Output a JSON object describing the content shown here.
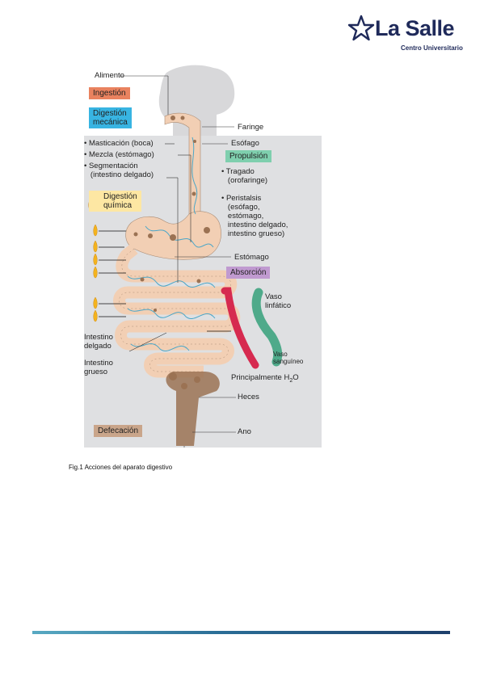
{
  "header": {
    "logo_name": "La Salle",
    "logo_subtitle": "Centro Universitario"
  },
  "figure": {
    "labels": {
      "alimento": "Alimento",
      "faringe": "Faringe",
      "esofago": "Esófago",
      "estomago": "Estómago",
      "vaso_linfatico": "Vaso\nlinfático",
      "vaso_sanguineo": "Vaso\nsanguíneo",
      "intestino_delgado": "Intestino\ndelgado",
      "intestino_grueso": "Intestino\ngrueso",
      "principalmente": "Principalmente H",
      "h2o_sub": "2",
      "h2o_o": "O",
      "heces": "Heces",
      "ano": "Ano"
    },
    "boxes": {
      "ingestion": "Ingestión",
      "digestion_mecanica": "Digestión\nmecánica",
      "propulsion": "Propulsión",
      "digestion_quimica": "Digestión\nquímica",
      "absorcion": "Absorción",
      "defecacion": "Defecación"
    },
    "lists": {
      "mecanica_items": [
        "• Masticación (boca)",
        "• Mezcla (estómago)",
        "• Segmentación\n   (intestino delgado)"
      ],
      "propulsion_items": [
        "• Tragado\n   (orofaringe)",
        "• Peristalsis\n   (esófago,\n   estómago,\n   intestino delgado,\n   intestino grueso)"
      ]
    },
    "colors": {
      "ingestion": "#e9825f",
      "digestion_mecanica": "#38b4e2",
      "propulsion": "#7fcfae",
      "digestion_quimica": "#fde7a3",
      "absorcion": "#c09ad0",
      "defecacion": "#c9a58a",
      "tract": "#f2cfb4",
      "blood_vessel": "#d62a4f",
      "lymph_vessel": "#4faa8a",
      "muscle_fibers": "#4aa6c8",
      "feces": "#9b7253"
    }
  },
  "caption": "Fig.1 Acciones del aparato digestivo"
}
